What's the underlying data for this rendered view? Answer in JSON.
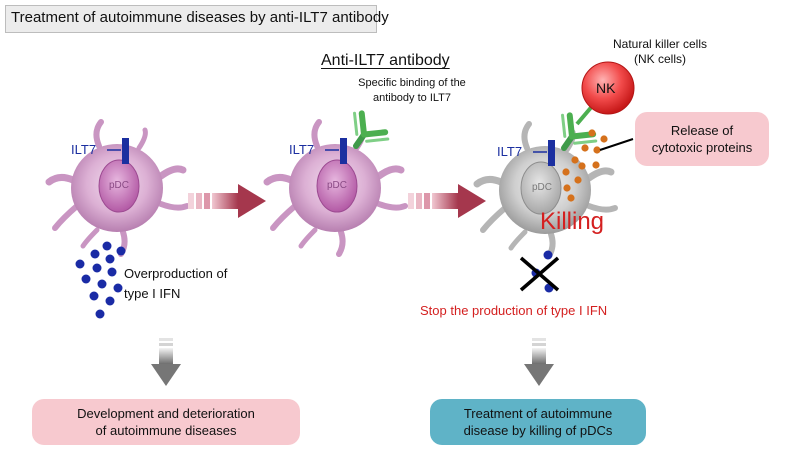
{
  "title": "Treatment of autoimmune diseases by anti-ILT7 antibody",
  "labels": {
    "ilt7": "ILT7",
    "pdc": "pDC",
    "nk": "NK"
  },
  "stage1": {
    "ifn_text_line1": "Overproduction of",
    "ifn_text_line2": "type I IFN",
    "result_line1": "Development and deterioration",
    "result_line2": "of autoimmune diseases"
  },
  "stage2": {
    "antibody_title": "Anti-ILT7 antibody",
    "antibody_desc_line1": "Specific binding of the",
    "antibody_desc_line2": "antibody to ILT7"
  },
  "stage3": {
    "nk_line1": "Natural killer cells",
    "nk_line2": "(NK cells)",
    "release_line1": "Release of",
    "release_line2": "cytotoxic proteins",
    "killing": "Killing",
    "stop_text": "Stop the production of type I IFN",
    "result_line1": "Treatment of autoimmune",
    "result_line2": "disease by killing of pDCs"
  },
  "colors": {
    "ifn_dot": "#1a2ba5",
    "killing_red": "#d42020",
    "pink_cell": "#d9a6cf",
    "grey_cell": "#c8c8c8",
    "antibody_green": "#4caf50",
    "arrow_red": "#a5374d",
    "cytotoxic_orange": "#d5711c"
  }
}
